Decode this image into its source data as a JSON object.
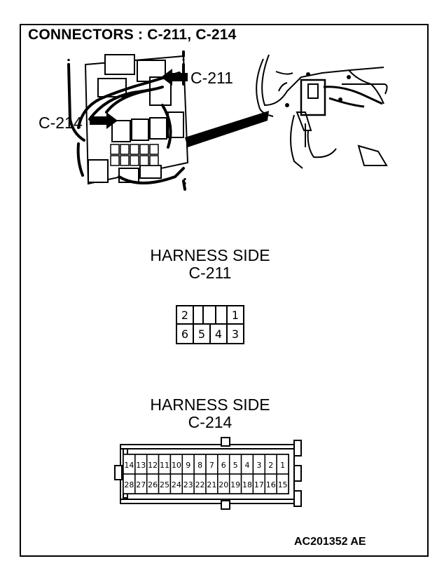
{
  "title": "CONNECTORS : C-211, C-214",
  "callouts": {
    "c211": "C-211",
    "c214": "C-214"
  },
  "harness_c211": {
    "side": "HARNESS SIDE",
    "name": "C-211",
    "top_pins": [
      "2",
      "1"
    ],
    "bottom_pins": [
      "6",
      "5",
      "4",
      "3"
    ]
  },
  "harness_c214": {
    "side": "HARNESS SIDE",
    "name": "C-214",
    "top_pins": [
      "14",
      "13",
      "12",
      "11",
      "10",
      "9",
      "8",
      "7",
      "6",
      "5",
      "4",
      "3",
      "2",
      "1"
    ],
    "bottom_pins": [
      "28",
      "27",
      "26",
      "25",
      "24",
      "23",
      "22",
      "21",
      "20",
      "19",
      "18",
      "17",
      "16",
      "15"
    ]
  },
  "figure_code": "AC201352 AE"
}
